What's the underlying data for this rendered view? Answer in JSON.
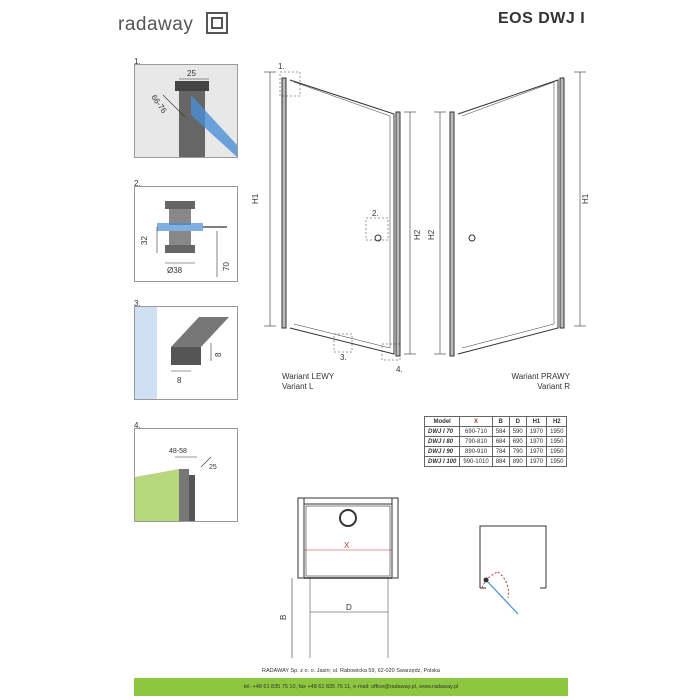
{
  "header": {
    "brand": "radaway",
    "model": "EOS DWJ I"
  },
  "details": [
    {
      "num": "1.",
      "dims": [
        "25",
        "66-76"
      ]
    },
    {
      "num": "2.",
      "dims": [
        "32",
        "Ø38",
        "70"
      ]
    },
    {
      "num": "3.",
      "dims": [
        "8",
        "8"
      ]
    },
    {
      "num": "4.",
      "dims": [
        "48-58",
        "25"
      ]
    }
  ],
  "drawings": {
    "left": {
      "h1": "H1",
      "h2": "H2",
      "callouts": [
        "1.",
        "2.",
        "3.",
        "4."
      ],
      "label_line1": "Wariant LEWY",
      "label_line2": "Variant L"
    },
    "right": {
      "h1": "H1",
      "h2": "H2",
      "label_line1": "Wariant PRAWY",
      "label_line2": "Variant R"
    }
  },
  "table": {
    "headers": [
      "Model",
      "X",
      "B",
      "D",
      "H1",
      "H2"
    ],
    "rows": [
      [
        "DWJ I 70",
        "690-710",
        "584",
        "590",
        "1970",
        "1950"
      ],
      [
        "DWJ I 80",
        "790-810",
        "684",
        "690",
        "1970",
        "1950"
      ],
      [
        "DWJ I 90",
        "890-910",
        "784",
        "790",
        "1970",
        "1950"
      ],
      [
        "DWJ I 100",
        "990-1010",
        "884",
        "890",
        "1970",
        "1950"
      ]
    ]
  },
  "plan": {
    "x": "X",
    "b": "B",
    "d": "D"
  },
  "footer": {
    "company": "RADAWAY Sp. z o. o. Jasin; ul. Rabowicka 59, 62-020 Swarzędz, Polska",
    "contact": "tel. +48 61 835 75 10, fax +48 61 835 75 11, e-mail: office@radaway.pl, www.radaway.pl"
  },
  "colors": {
    "footer_green": "#8dc63f",
    "dimension_red": "#c0392b",
    "glass_blue": "#4a8fd6",
    "wall_green": "#b6d77c"
  }
}
